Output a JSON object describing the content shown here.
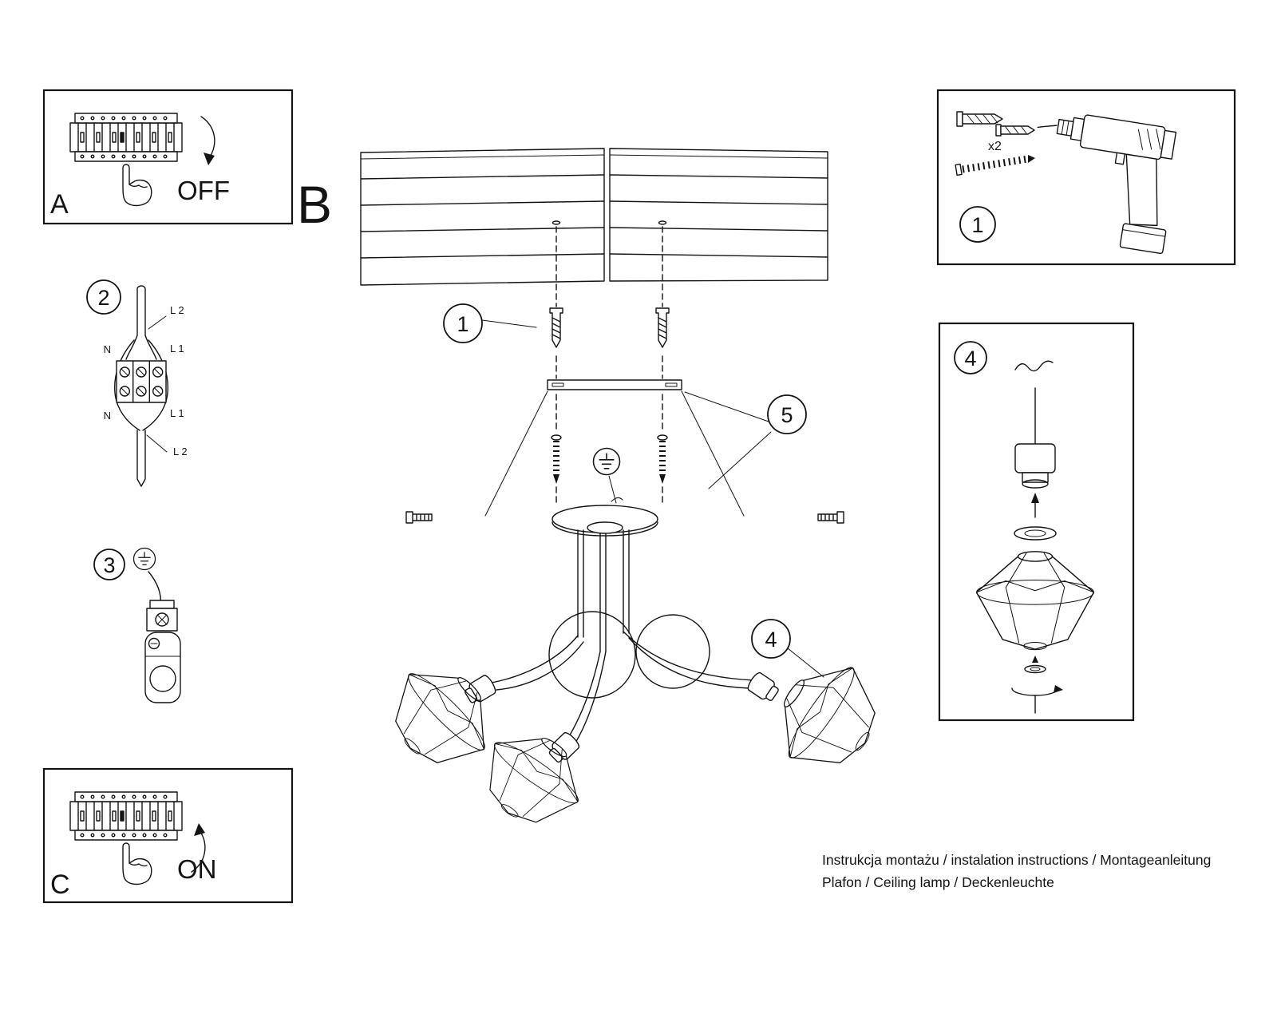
{
  "page": {
    "letter_a": "A",
    "letter_b": "B",
    "letter_c": "C",
    "off_label": "OFF",
    "on_label": "ON"
  },
  "steps": {
    "s1": "1",
    "s2": "2",
    "s3": "3",
    "s4": "4",
    "s5": "5"
  },
  "hardware": {
    "x2_label": "x2"
  },
  "wiring": {
    "l2_top": "L 2",
    "n_top": "N",
    "l1_top": "L 1",
    "n_bottom": "N",
    "l1_bottom": "L 1",
    "l2_bottom": "L 2"
  },
  "footer": {
    "line1": "Instrukcja montażu / instalation instructions / Montageanleitung",
    "line2": "Plafon / Ceiling lamp / Deckenleuchte"
  }
}
